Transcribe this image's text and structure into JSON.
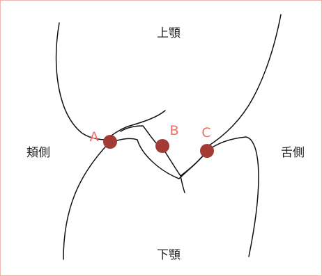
{
  "labels": {
    "top": "上顎",
    "bottom": "下顎",
    "left": "頬側",
    "right": "舌側"
  },
  "points": [
    {
      "letter": "A"
    },
    {
      "letter": "B"
    },
    {
      "letter": "C"
    }
  ],
  "colors": {
    "dot": "#a23b36",
    "letter": "#f06c64",
    "border": "#f0b3ae",
    "line": "#111111"
  }
}
